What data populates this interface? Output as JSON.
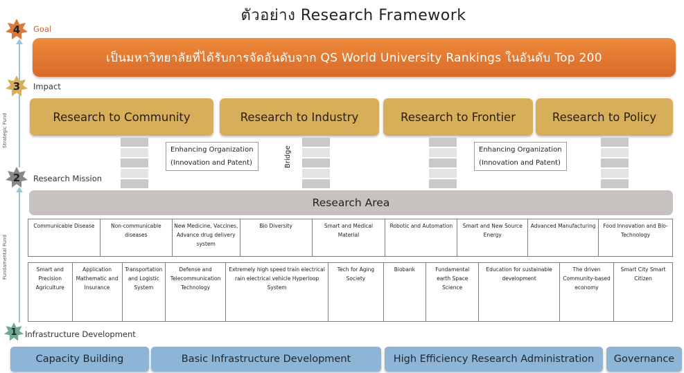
{
  "title": "ตัวอย่าง Research Framework",
  "axis": {
    "upper_label": "Strategic Fund",
    "lower_label": "Fundamental Fund"
  },
  "levels": [
    {
      "number": "4",
      "label": "Goal"
    },
    {
      "number": "3",
      "label": "Impact"
    },
    {
      "number": "2",
      "label": "Research Mission"
    },
    {
      "number": "1",
      "label": "Infrastructure Development"
    }
  ],
  "goal": "เป็นมหาวิทยาลัยที่ได้รับการจัดอันดับจาก QS World University Rankings ในอันดับ Top 200",
  "impact": [
    "Research to Community",
    "Research to Industry",
    "Research to Frontier",
    "Research to Policy"
  ],
  "enhancing": [
    {
      "line1": "Enhancing Organization",
      "line2": "(Innovation and Patent)"
    },
    {
      "line1": "Enhancing Organization",
      "line2": "(Innovation and Patent)"
    }
  ],
  "bridge": "Bridge",
  "research_area": "Research Area",
  "areas_row1": [
    "Communicable Disease",
    "Non-communicable diseases",
    "New Medicine, Vaccines, Advance drug delivery system",
    "Bio Diversity",
    "Smart and Medical Material",
    "Robotic and Automation",
    "Smart and New Source Energy",
    "Advanced Manufacturing",
    "Food Innovation and Bio-Technology"
  ],
  "areas_row2": [
    "Smart and Precision Agriculture",
    "Application Mathematic and Insurance",
    "Transportation and Logistic System",
    "Defense and Telecommunication Technology",
    "Extremely high speed train electrical rain electrical vehicle Hyperloop System",
    "Tech for Aging Society",
    "Biobank",
    "Fundamental earth Space Science",
    "Education for sustainable development",
    "The driven Community-based economy",
    "Smart City Smart Citizen"
  ],
  "infrastructure": [
    "Capacity Building",
    "Basic Infrastructure Development",
    "High Efficiency Research Administration",
    "Governance"
  ],
  "colors": {
    "goal": "#e07a30",
    "impact": "#d7ae5a",
    "area": "#c7c1bf",
    "infra": "#8fb5d6",
    "star4": "#d9783a",
    "star3": "#d7ae5a",
    "star2": "#8a8683",
    "star1": "#6fa98f"
  }
}
